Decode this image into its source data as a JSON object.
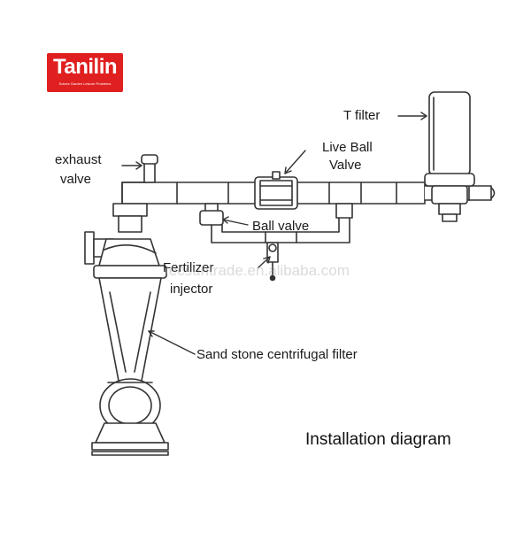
{
  "logo": {
    "brand": "Tanilin",
    "tagline": "Solves Garden Leisure Problems",
    "color": "#e02020"
  },
  "labels": {
    "t_filter": "T filter",
    "live_ball_valve_1": "Live Ball",
    "live_ball_valve_2": "Valve",
    "exhaust_1": "exhaust",
    "exhaust_2": "valve",
    "ball_valve": "Ball valve",
    "fertilizer_1": "Fertilizer",
    "fertilizer_2": "injector",
    "sand_filter": "Sand stone centrifugal filter"
  },
  "watermark": "tecsuntrade.en.alibaba.com",
  "title": "Installation diagram"
}
